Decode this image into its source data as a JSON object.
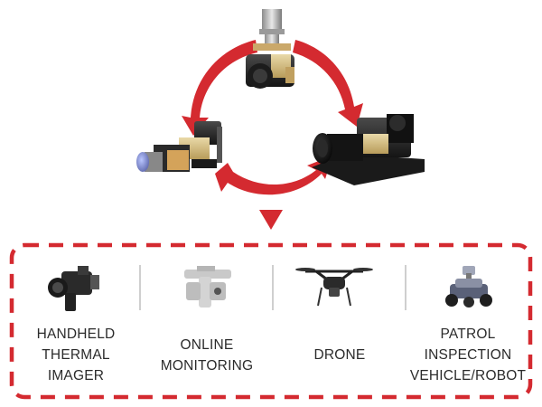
{
  "accent_color": "#d42a30",
  "cycle": {
    "modules": [
      {
        "icon": "vertical-thermal-core-module-icon"
      },
      {
        "icon": "compact-thermal-core-module-icon"
      },
      {
        "icon": "long-lens-thermal-module-icon"
      }
    ],
    "direction_arrow_icon": "down-triangle-arrow-icon"
  },
  "applications": [
    {
      "icon": "handheld-thermal-camera-icon",
      "lines": [
        "HANDHELD",
        "THERMAL",
        "IMAGER"
      ]
    },
    {
      "icon": "online-monitoring-ptz-camera-icon",
      "lines": [
        "ONLINE",
        "MONITORING"
      ]
    },
    {
      "icon": "drone-icon",
      "lines": [
        "DRONE"
      ]
    },
    {
      "icon": "patrol-robot-icon",
      "lines": [
        "PATROL",
        "INSPECTION",
        "VEHICLE/ROBOT"
      ]
    }
  ]
}
